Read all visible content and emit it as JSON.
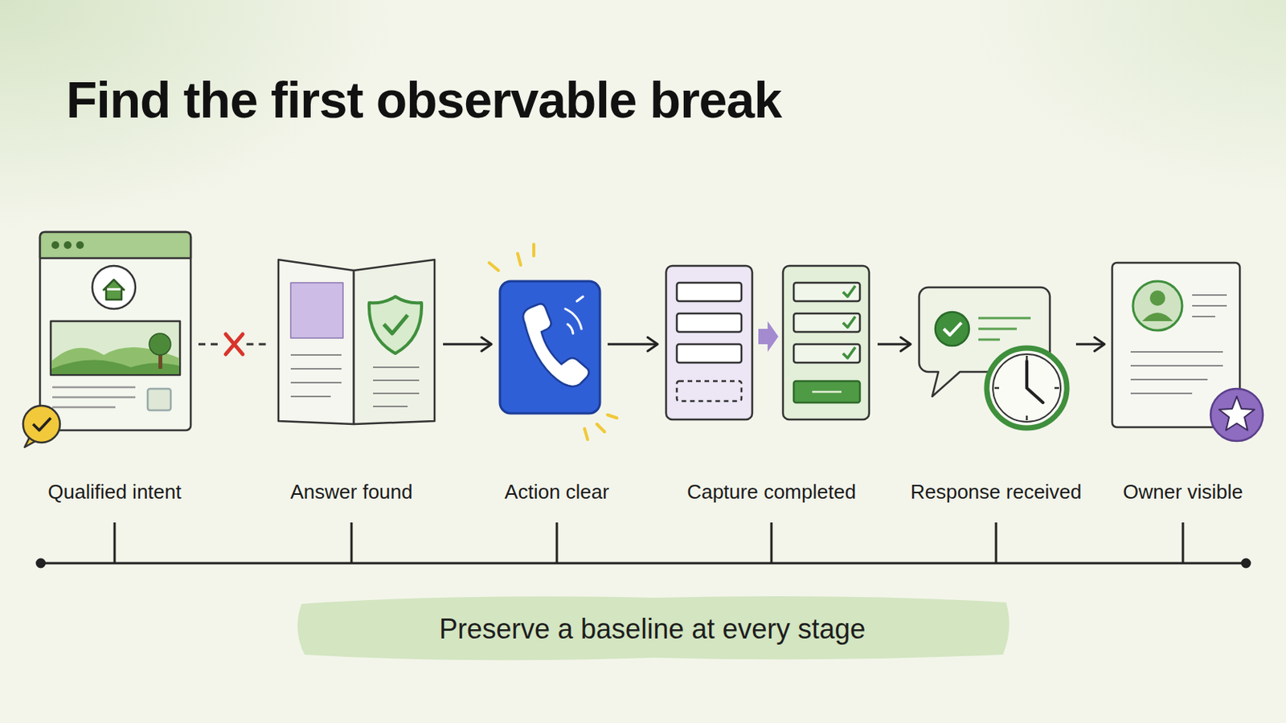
{
  "diagram": {
    "title": "Find the first observable break",
    "caption": "Preserve a baseline at every stage",
    "nodes": [
      {
        "text": [
          "Qualified intent"
        ]
      },
      {
        "text": [
          "Answer found"
        ]
      },
      {
        "text": [
          "Action clear"
        ]
      },
      {
        "text": [
          "Capture completed"
        ]
      },
      {
        "text": [
          "Response received"
        ]
      },
      {
        "text": [
          "Owner visible"
        ]
      }
    ],
    "edges": [
      {
        "from": 0,
        "to": 1,
        "arrow": "none"
      },
      {
        "from": 1,
        "to": 2,
        "arrow": "to"
      },
      {
        "from": 2,
        "to": 3,
        "arrow": "to"
      },
      {
        "from": 3,
        "to": 4,
        "arrow": "to"
      },
      {
        "from": 4,
        "to": 5,
        "arrow": "to"
      }
    ]
  }
}
